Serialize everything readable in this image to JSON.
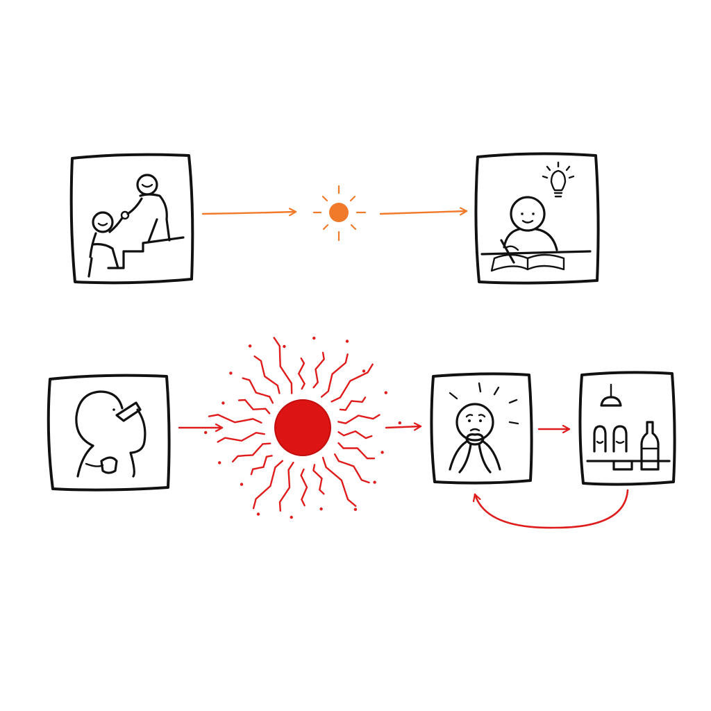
{
  "diagram": {
    "colors": {
      "ink": "#111111",
      "positive_accent": "#f07a2a",
      "negative_accent": "#e01b1b",
      "background": "#ffffff"
    },
    "rows": [
      {
        "id": "positive",
        "accent": "positive_accent",
        "nodes": [
          {
            "icon": "helping-hand-climb-icon"
          },
          {
            "icon": "small-spark-icon"
          },
          {
            "icon": "studying-with-idea-icon"
          }
        ]
      },
      {
        "id": "negative",
        "accent": "negative_accent",
        "nodes": [
          {
            "icon": "person-drinking-icon"
          },
          {
            "icon": "large-burst-icon"
          },
          {
            "icon": "anxious-person-icon"
          },
          {
            "icon": "bar-scene-icon"
          }
        ],
        "loop": {
          "from": "bar-scene-icon",
          "to": "anxious-person-icon"
        }
      }
    ]
  }
}
